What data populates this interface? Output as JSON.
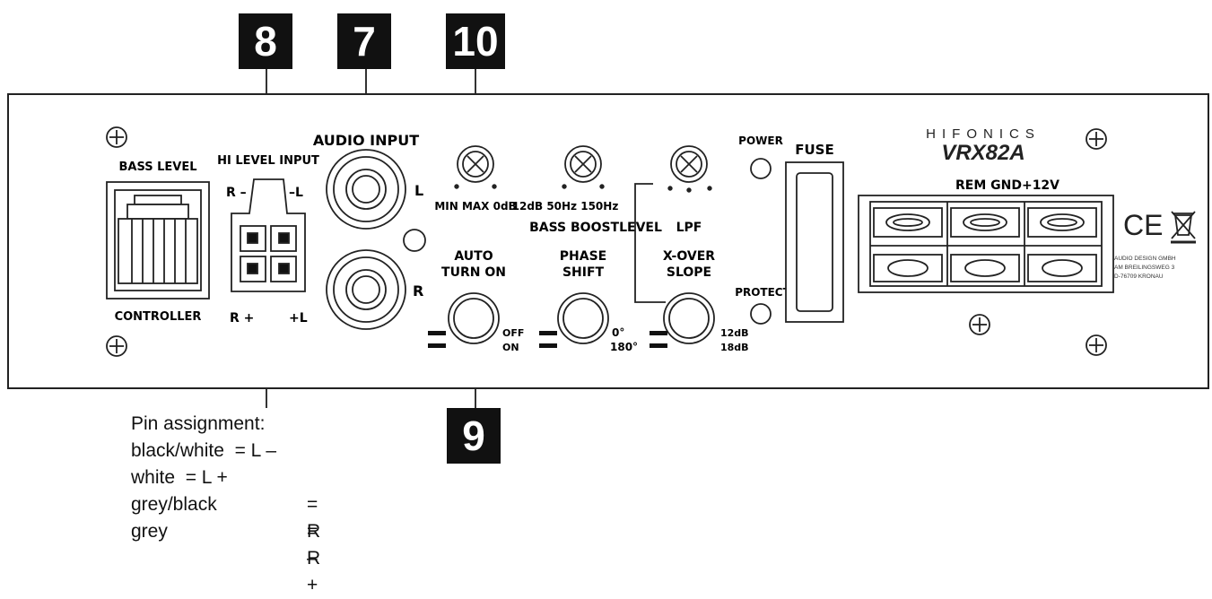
{
  "callouts": {
    "c8": "8",
    "c7": "7",
    "c10": "10",
    "c9": "9"
  },
  "panel": {
    "bass_level": "BASS LEVEL",
    "controller": "CONTROLLER",
    "hi_level_input": "HI LEVEL INPUT",
    "r_minus": "R –",
    "l_minus": "–L",
    "r_plus": "R +",
    "l_plus": "+L",
    "audio_input": "AUDIO INPUT",
    "ch_l": "L",
    "ch_r": "R",
    "gain_scale": "MIN MAX 0dB",
    "bass_scale": "12dB 50Hz 150Hz",
    "bass_boost_level": "BASS BOOSTLEVEL",
    "lpf": "LPF",
    "auto_turn_on_1": "AUTO",
    "auto_turn_on_2": "TURN ON",
    "off": "OFF",
    "on": "ON",
    "phase_shift_1": "PHASE",
    "phase_shift_2": "SHIFT",
    "deg0": "0°",
    "deg180": "180°",
    "xover_1": "X-OVER",
    "xover_2": "SLOPE",
    "db12": "12dB",
    "db18": "18dB",
    "power": "POWER",
    "protect": "PROTECT",
    "fuse": "FUSE",
    "brand": "HIFONICS",
    "model": "VRX82A",
    "terminals": "REM GND+12V",
    "ce": "CE",
    "maker_1": "AUDIO DESIGN GMBH",
    "maker_2": "AM BREILINGSWEG 3",
    "maker_3": "D-76709 KRONAU"
  },
  "pin_assignment": {
    "title": "Pin assignment:",
    "rows": [
      {
        "name": "black/white",
        "value": "= L –"
      },
      {
        "name": "white",
        "value": "= L +"
      },
      {
        "name": "grey/black",
        "value": "= R –"
      },
      {
        "name": "grey",
        "value": "= R +"
      }
    ]
  }
}
